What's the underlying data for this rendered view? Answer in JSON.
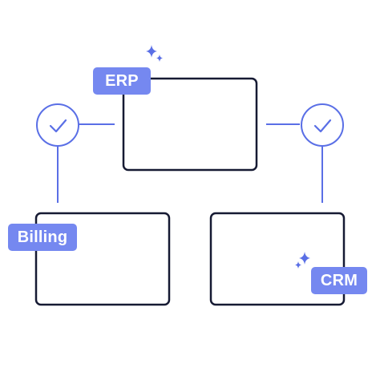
{
  "labels": {
    "erp": "ERP",
    "billing": "Billing",
    "crm": "CRM"
  },
  "colors": {
    "outline": "#161a33",
    "accent": "#5a6fe6",
    "label_bg": "#7588f0",
    "label_text": "#ffffff"
  },
  "icons": [
    "check-icon",
    "check-icon",
    "sparkle-icon",
    "sparkle-icon"
  ]
}
